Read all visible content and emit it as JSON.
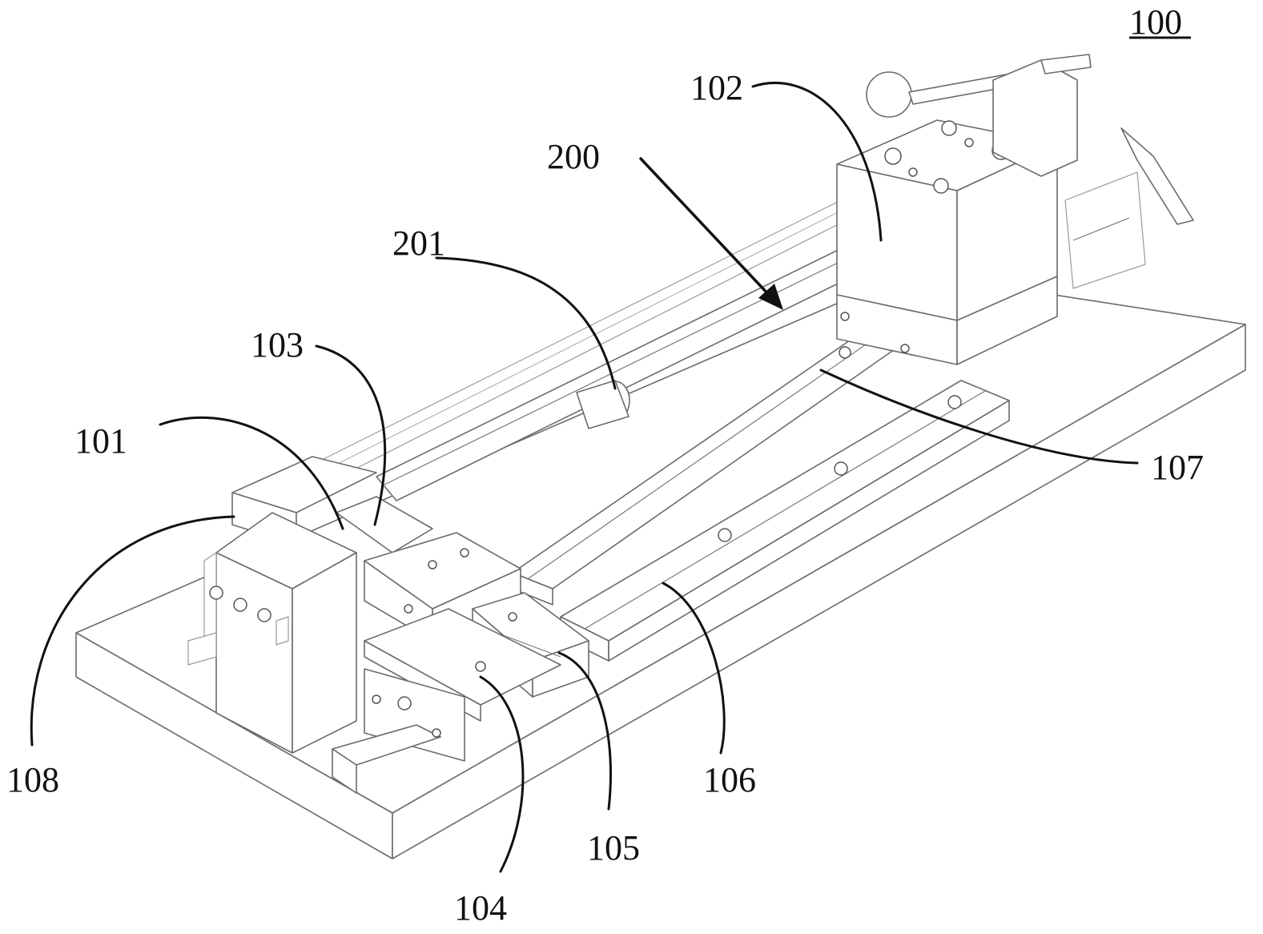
{
  "figure": {
    "number": "100",
    "number_underlined": true
  },
  "labels": {
    "l100": "100",
    "l102": "102",
    "l200": "200",
    "l201": "201",
    "l103": "103",
    "l101": "101",
    "l107": "107",
    "l108": "108",
    "l106": "106",
    "l105": "105",
    "l104": "104"
  },
  "colors": {
    "line": "#6b6b6b",
    "leader": "#111111",
    "background": "#ffffff"
  }
}
